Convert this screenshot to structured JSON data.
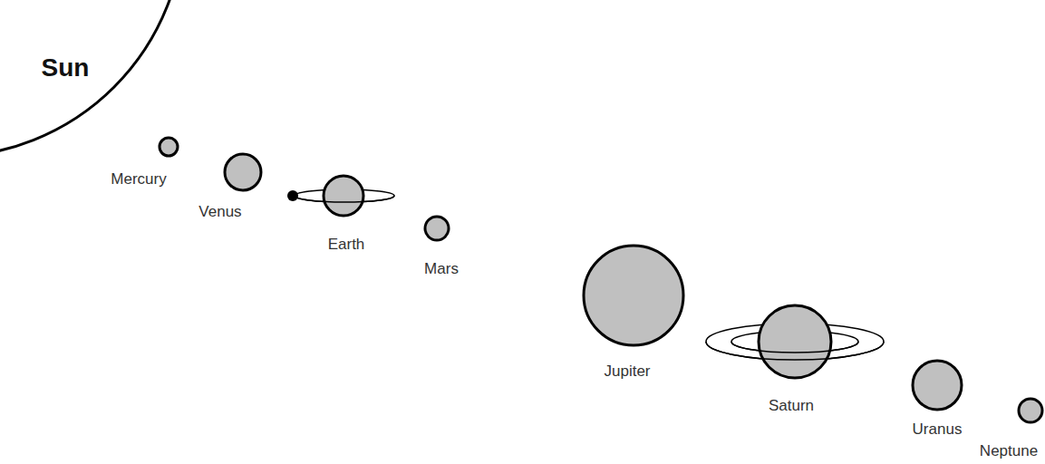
{
  "diagram": {
    "labels": [
      "Sun",
      "Mercury",
      "Venus",
      "Earth",
      "Mars",
      "Jupiter",
      "Saturn",
      "Uranus",
      "Neptune"
    ]
  }
}
